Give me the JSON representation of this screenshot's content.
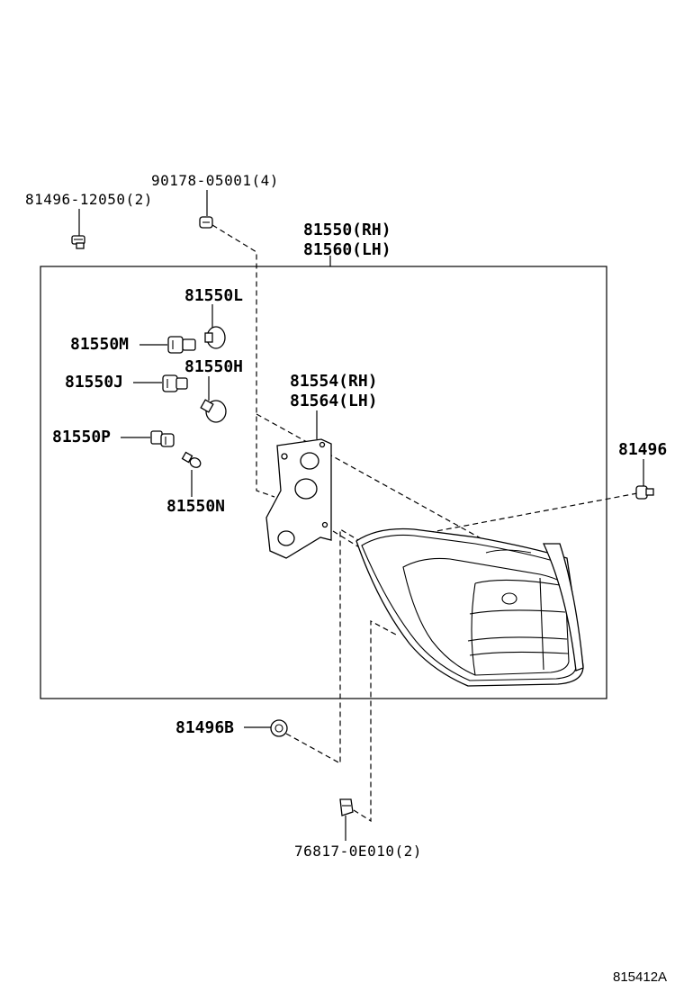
{
  "labels": {
    "screw_top_left": "81496-12050(2)",
    "bolt_top": "90178-05001(4)",
    "assy_rh": "81550(RH)",
    "assy_lh": "81560(LH)",
    "bulb_l": "81550L",
    "socket_m": "81550M",
    "socket_j": "81550J",
    "bulb_h": "81550H",
    "socket_p": "81550P",
    "bulb_n": "81550N",
    "gasket_rh": "81554(RH)",
    "gasket_lh": "81564(LH)",
    "clip_right": "81496",
    "clip_b": "81496B",
    "nut_bottom": "76817-0E010(2)",
    "diagram_id": "815412A"
  },
  "icons": [
    "screw-icon",
    "bolt-icon",
    "bulb-icon",
    "socket-icon",
    "gasket-icon",
    "tail-lamp-icon",
    "clip-icon",
    "nut-icon"
  ]
}
